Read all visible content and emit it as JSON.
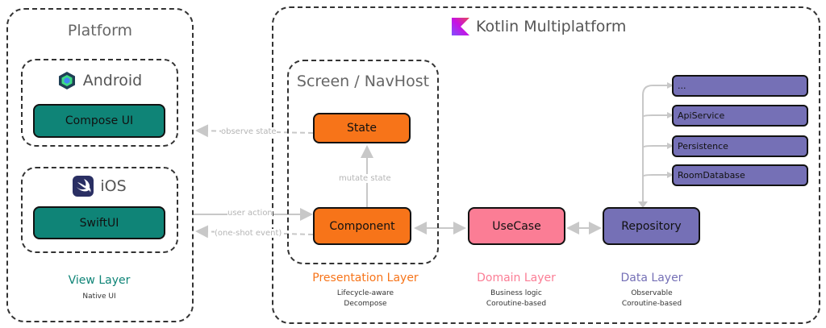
{
  "platform": {
    "title": "Platform",
    "android": {
      "title": "Android",
      "box": "Compose UI"
    },
    "ios": {
      "title": "iOS",
      "box": "SwiftUI"
    },
    "layer": {
      "title": "View Layer",
      "sub": "Native UI"
    }
  },
  "kmp": {
    "title": "Kotlin Multiplatform",
    "screen": {
      "title": "Screen / NavHost",
      "state": "State",
      "component": "Component"
    },
    "presentation": {
      "title": "Presentation Layer",
      "sub1": "Lifecycle-aware",
      "sub2": "Decompose"
    },
    "usecase": "UseCase",
    "domain": {
      "title": "Domain Layer",
      "sub1": "Business logic",
      "sub2": "Coroutine-based"
    },
    "repository": "Repository",
    "data": {
      "title": "Data Layer",
      "sub1": "Observable",
      "sub2": "Coroutine-based"
    },
    "sources": [
      "...",
      "ApiService",
      "Persistence",
      "RoomDatabase"
    ]
  },
  "edges": {
    "observe": "observe state",
    "mutate": "mutate state",
    "user_action": "user action",
    "one_shot": "(one-shot event)"
  },
  "colors": {
    "teal": "#0f8477",
    "orange": "#f77419",
    "pink": "#fb7d95",
    "purple": "#7570b6",
    "arrow": "#c8c8c8"
  }
}
